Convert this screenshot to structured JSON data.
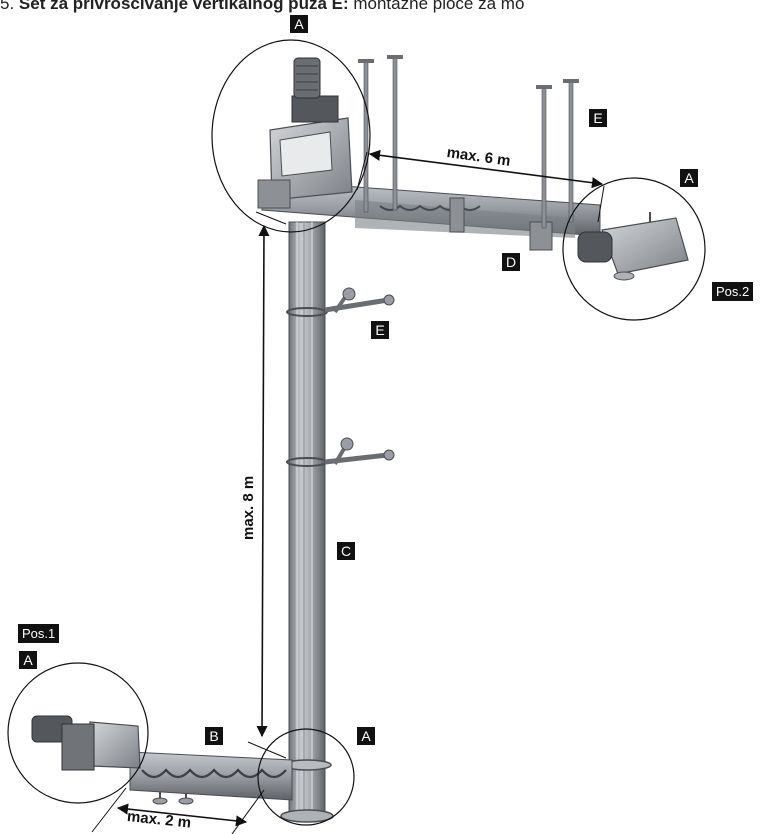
{
  "header": {
    "prefix": "5. ",
    "bold_text": "Set za privrošćivanje vertikalnog puža E:",
    "normal_text": " montažne ploče za mo"
  },
  "labels": {
    "a": "A",
    "b": "B",
    "c": "C",
    "d": "D",
    "e": "E",
    "pos1": "Pos.1",
    "pos2": "Pos.2"
  },
  "dimensions": {
    "horizontal_top": "max. 6 m",
    "vertical": "max. 8 m",
    "horizontal_bottom": "max. 2 m"
  },
  "colors": {
    "label_bg": "#111111",
    "label_text": "#ffffff",
    "metal": "#9a9ea4",
    "metal_dark": "#5a5e63"
  }
}
